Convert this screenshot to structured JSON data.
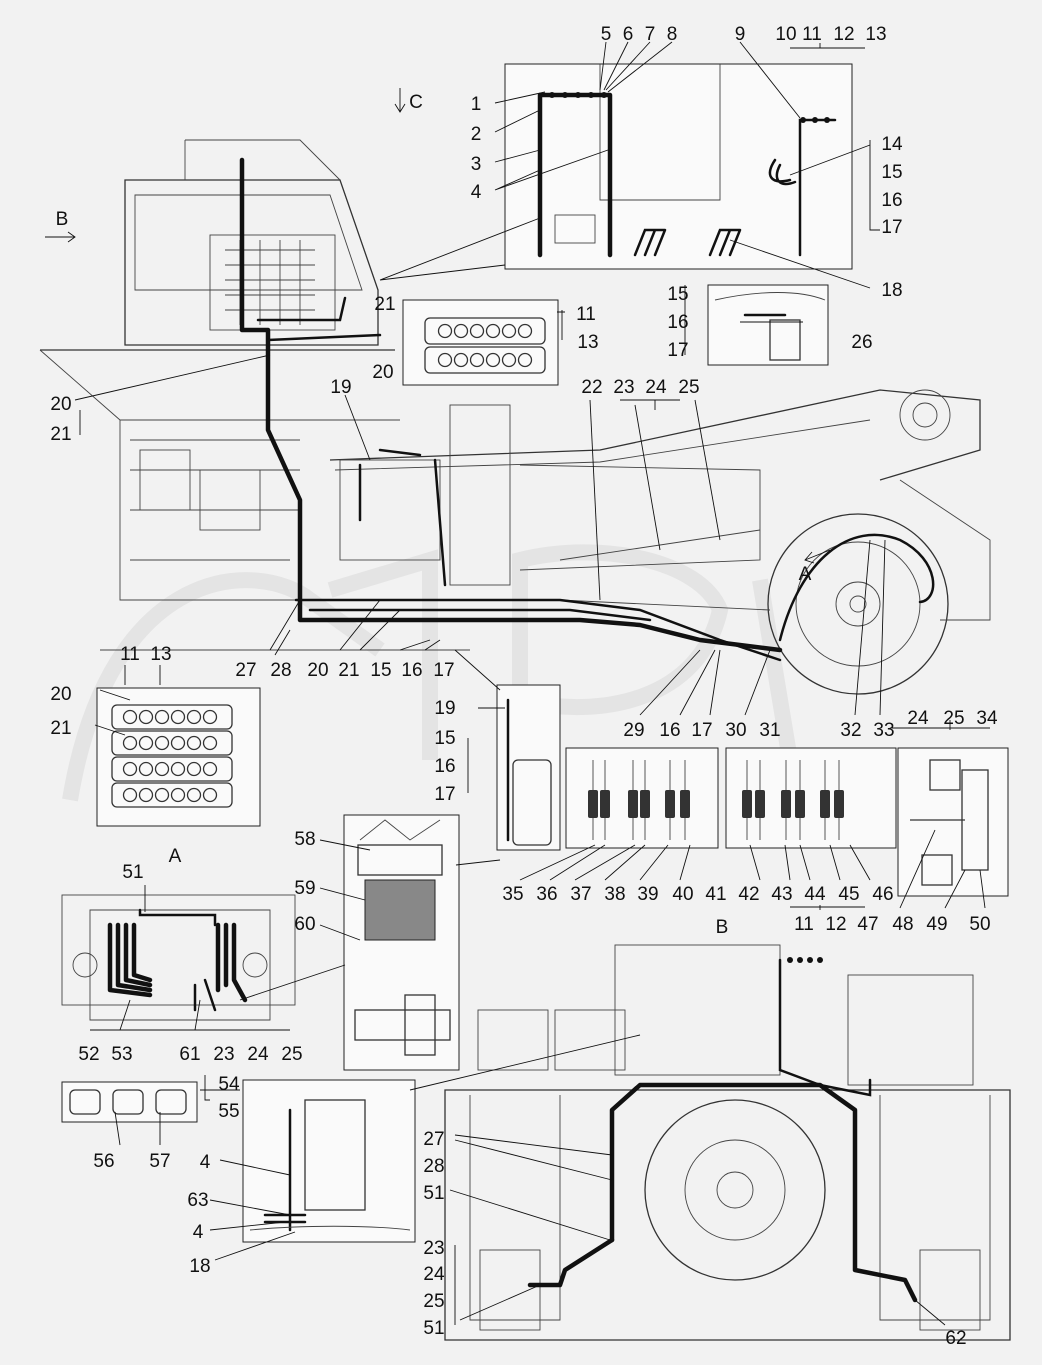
{
  "views": [
    {
      "id": "view-A",
      "label": "A"
    },
    {
      "id": "view-B",
      "label": "B"
    },
    {
      "id": "view-C",
      "label": "C"
    },
    {
      "id": "arrow-A",
      "label": "A"
    },
    {
      "id": "arrow-B",
      "label": "B"
    }
  ],
  "callouts": [
    {
      "t": "1"
    },
    {
      "t": "2"
    },
    {
      "t": "3"
    },
    {
      "t": "4"
    },
    {
      "t": "5"
    },
    {
      "t": "6"
    },
    {
      "t": "7"
    },
    {
      "t": "8"
    },
    {
      "t": "9"
    },
    {
      "t": "10"
    },
    {
      "t": "11"
    },
    {
      "t": "12"
    },
    {
      "t": "13"
    },
    {
      "t": "14"
    },
    {
      "t": "15"
    },
    {
      "t": "16"
    },
    {
      "t": "17"
    },
    {
      "t": "18"
    },
    {
      "t": "21"
    },
    {
      "t": "11"
    },
    {
      "t": "13"
    },
    {
      "t": "20"
    },
    {
      "t": "15"
    },
    {
      "t": "16"
    },
    {
      "t": "17"
    },
    {
      "t": "26"
    },
    {
      "t": "20"
    },
    {
      "t": "21"
    },
    {
      "t": "19"
    },
    {
      "t": "22"
    },
    {
      "t": "23"
    },
    {
      "t": "24"
    },
    {
      "t": "25"
    },
    {
      "t": "11"
    },
    {
      "t": "13"
    },
    {
      "t": "27"
    },
    {
      "t": "28"
    },
    {
      "t": "20"
    },
    {
      "t": "21"
    },
    {
      "t": "15"
    },
    {
      "t": "16"
    },
    {
      "t": "17"
    },
    {
      "t": "20"
    },
    {
      "t": "21"
    },
    {
      "t": "29"
    },
    {
      "t": "16"
    },
    {
      "t": "17"
    },
    {
      "t": "30"
    },
    {
      "t": "31"
    },
    {
      "t": "32"
    },
    {
      "t": "33"
    },
    {
      "t": "24"
    },
    {
      "t": "25"
    },
    {
      "t": "34"
    },
    {
      "t": "19"
    },
    {
      "t": "15"
    },
    {
      "t": "16"
    },
    {
      "t": "17"
    },
    {
      "t": "58"
    },
    {
      "t": "59"
    },
    {
      "t": "60"
    },
    {
      "t": "35"
    },
    {
      "t": "36"
    },
    {
      "t": "37"
    },
    {
      "t": "38"
    },
    {
      "t": "39"
    },
    {
      "t": "40"
    },
    {
      "t": "41"
    },
    {
      "t": "42"
    },
    {
      "t": "43"
    },
    {
      "t": "44"
    },
    {
      "t": "45"
    },
    {
      "t": "46"
    },
    {
      "t": "11"
    },
    {
      "t": "12"
    },
    {
      "t": "47"
    },
    {
      "t": "48"
    },
    {
      "t": "49"
    },
    {
      "t": "50"
    },
    {
      "t": "51"
    },
    {
      "t": "52"
    },
    {
      "t": "53"
    },
    {
      "t": "61"
    },
    {
      "t": "23"
    },
    {
      "t": "24"
    },
    {
      "t": "25"
    },
    {
      "t": "54"
    },
    {
      "t": "55"
    },
    {
      "t": "56"
    },
    {
      "t": "57"
    },
    {
      "t": "4"
    },
    {
      "t": "63"
    },
    {
      "t": "4"
    },
    {
      "t": "18"
    },
    {
      "t": "27"
    },
    {
      "t": "28"
    },
    {
      "t": "51"
    },
    {
      "t": "23"
    },
    {
      "t": "24"
    },
    {
      "t": "25"
    },
    {
      "t": "51"
    },
    {
      "t": "62"
    }
  ],
  "colors": {
    "line": "#222222",
    "paper": "#f2f2f2",
    "watermark": "#e4e4e4"
  }
}
